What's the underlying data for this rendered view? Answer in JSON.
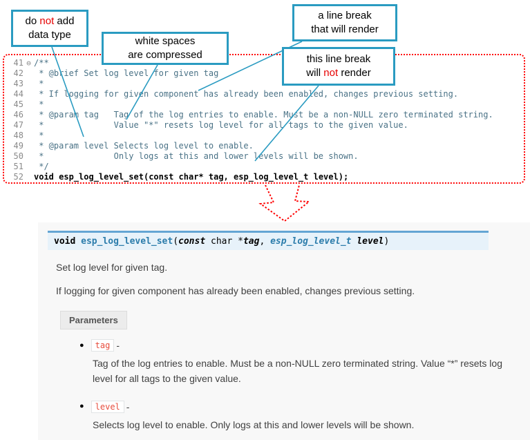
{
  "callouts": {
    "no_datatype": {
      "l1a": "do ",
      "l1b": "not",
      "l1c": " add",
      "l2": "data type"
    },
    "whitespace": {
      "l1": "white spaces",
      "l2": "are compressed"
    },
    "break_render": {
      "l1": "a line break",
      "l2": "that will render"
    },
    "break_norender": {
      "l1": "this line break",
      "l2a": "will ",
      "l2b": "not",
      "l2c": " render"
    }
  },
  "code": {
    "lines": [
      {
        "num": "41",
        "fold": "⊖",
        "text": "/**"
      },
      {
        "num": "42",
        "text": " * @brief Set log level for given tag"
      },
      {
        "num": "43",
        "text": " *"
      },
      {
        "num": "44",
        "text": " * If logging for given component has already been enabled, changes previous setting."
      },
      {
        "num": "45",
        "text": " *"
      },
      {
        "num": "46",
        "text": " * @param tag   Tag of the log entries to enable. Must be a non-NULL zero terminated string."
      },
      {
        "num": "47",
        "text": " *              Value \"*\" resets log level for all tags to the given value."
      },
      {
        "num": "48",
        "text": " *"
      },
      {
        "num": "49",
        "text": " * @param level Selects log level to enable."
      },
      {
        "num": "50",
        "text": " *              Only logs at this and lower levels will be shown."
      },
      {
        "num": "51",
        "text": " */"
      },
      {
        "num": "52"
      }
    ],
    "sig": {
      "kw1": "void ",
      "name": "esp_log_level_set",
      "open": "(",
      "kw2": "const",
      "rest": " char* tag, esp_log_level_t level);"
    }
  },
  "docs": {
    "signature": {
      "kw_void": "void ",
      "name": "esp_log_level_set",
      "open": "(",
      "kw_const": "const",
      "type1": " char *",
      "p1": "tag",
      "comma": ", ",
      "type2": "esp_log_level_t",
      "sp": " ",
      "p2": "level",
      "close": ")"
    },
    "para1": "Set log level for given tag.",
    "para2": "If logging for given component has already been enabled, changes previous setting.",
    "parameters_label": "Parameters",
    "bullet_glyph": "●",
    "params": [
      {
        "name": "tag",
        "dash": " -",
        "desc": "Tag of the log entries to enable. Must be a non-NULL zero terminated string. Value “*” resets log level for all tags to the given value."
      },
      {
        "name": "level",
        "dash": " -",
        "desc": "Selects log level to enable. Only logs at this and lower levels will be shown."
      }
    ]
  }
}
